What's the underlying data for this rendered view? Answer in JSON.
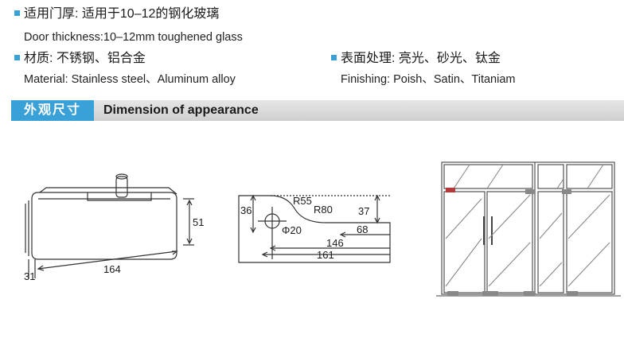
{
  "specs": {
    "thickness": {
      "title": "适用门厚: 适用于10–12的钢化玻璃",
      "subtitle": "Door thickness:10–12mm toughened glass"
    },
    "material": {
      "title": "材质: 不锈钢、铝合金",
      "subtitle": "Material: Stainless steel、Aluminum alloy"
    },
    "finishing": {
      "title": "表面处理: 亮光、砂光、钛金",
      "subtitle": "Finishing: Poish、Satin、Titaniam"
    }
  },
  "section": {
    "tag": "外观尺寸",
    "title": "Dimension of appearance"
  },
  "clamp_drawing": {
    "height": "51",
    "length": "164",
    "depth": "31"
  },
  "plate_drawing": {
    "radius_large": "R55",
    "radius_small": "R80",
    "left_height": "36",
    "right_height": "37",
    "hole": "Φ20",
    "dim_68": "68",
    "dim_146": "146",
    "dim_161": "161"
  },
  "colors": {
    "accent": "#3aa0d8",
    "line": "#333333",
    "marker": "#b23a3a"
  }
}
